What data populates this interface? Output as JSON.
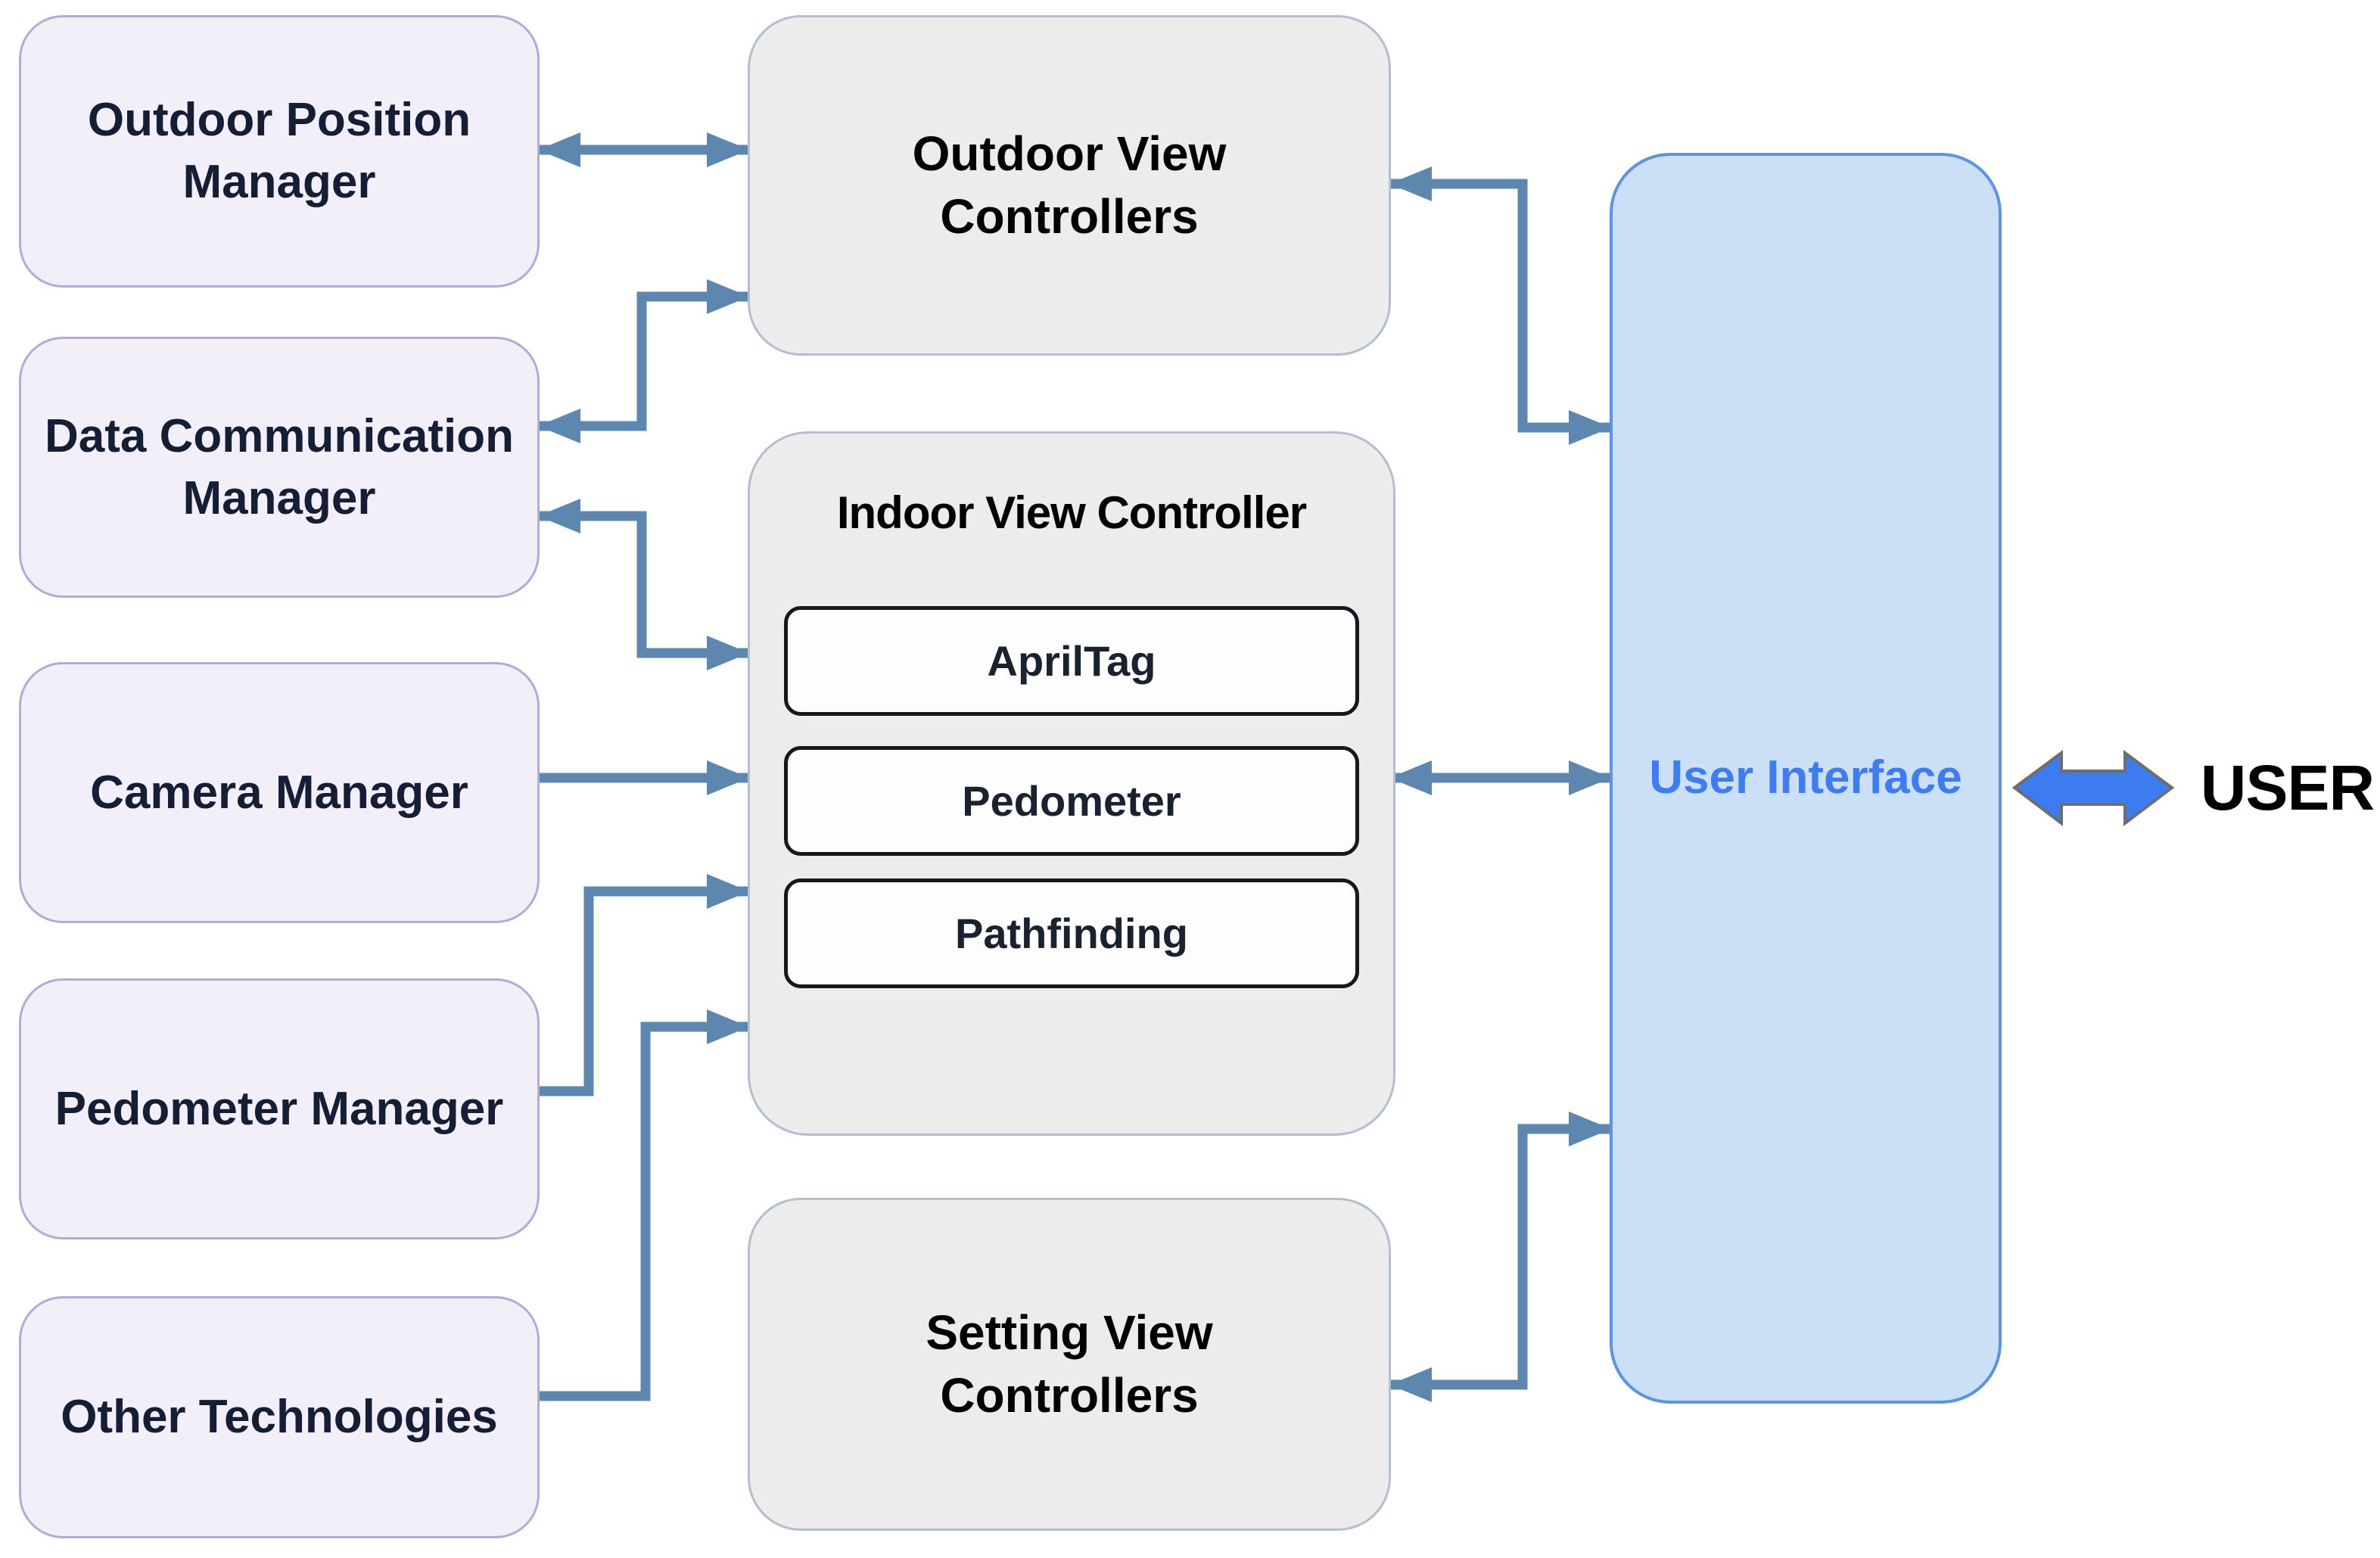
{
  "diagram": {
    "left_column": [
      {
        "id": "outdoor-position-manager",
        "label": "Outdoor Position Manager"
      },
      {
        "id": "data-communication-manager",
        "label": "Data Communication Manager"
      },
      {
        "id": "camera-manager",
        "label": "Camera Manager"
      },
      {
        "id": "pedometer-manager",
        "label": "Pedometer Manager"
      },
      {
        "id": "other-technologies",
        "label": "Other Technologies"
      }
    ],
    "middle_column": {
      "outdoor_view_controllers": "Outdoor View Controllers",
      "indoor_view_controller": {
        "title": "Indoor View Controller",
        "modules": [
          "AprilTag",
          "Pedometer",
          "Pathfinding"
        ],
        "ellipsis_dot_count": 6
      },
      "setting_view_controllers": "Setting View Controllers"
    },
    "right_column": {
      "user_interface": "User Interface",
      "user": "USER"
    },
    "colors": {
      "left_box_fill": "#f2eff8",
      "left_box_border": "#b7a9d6",
      "gray_box_fill": "#ececec",
      "gray_box_border": "#b3bfce",
      "ui_box_fill": "#cbe0f7",
      "ui_box_border": "#5e93dd",
      "ui_text": "#3e7cf0",
      "connector_arrow": "#5d87ae",
      "user_arrow_fill": "#3c7cf0",
      "ellipsis_dot": "#a9b3c2"
    },
    "connections": [
      {
        "id": "opm-ovc",
        "from": "outdoor-position-manager",
        "to": "outdoor-view-controllers",
        "double_headed": true
      },
      {
        "id": "dcm-ovc",
        "from": "data-communication-manager",
        "to": "outdoor-view-controllers",
        "double_headed": true
      },
      {
        "id": "dcm-apriltag",
        "from": "data-communication-manager",
        "to": "indoor-view-controller-apriltag",
        "double_headed": true
      },
      {
        "id": "camera-pedometer",
        "from": "camera-manager",
        "to": "indoor-view-controller-pedometer",
        "double_headed": false
      },
      {
        "id": "pedometermgr-pathfinding",
        "from": "pedometer-manager",
        "to": "indoor-view-controller-pathfinding",
        "double_headed": false
      },
      {
        "id": "othertech-indoor",
        "from": "other-technologies",
        "to": "indoor-view-controller",
        "double_headed": false
      },
      {
        "id": "ovc-ui",
        "from": "outdoor-view-controllers",
        "to": "user-interface",
        "double_headed": true
      },
      {
        "id": "indoor-ui",
        "from": "indoor-view-controller-pedometer",
        "to": "user-interface",
        "double_headed": true
      },
      {
        "id": "svc-ui",
        "from": "setting-view-controllers",
        "to": "user-interface",
        "double_headed": true
      },
      {
        "id": "ui-user",
        "from": "user-interface",
        "to": "user",
        "double_headed": true
      }
    ]
  }
}
